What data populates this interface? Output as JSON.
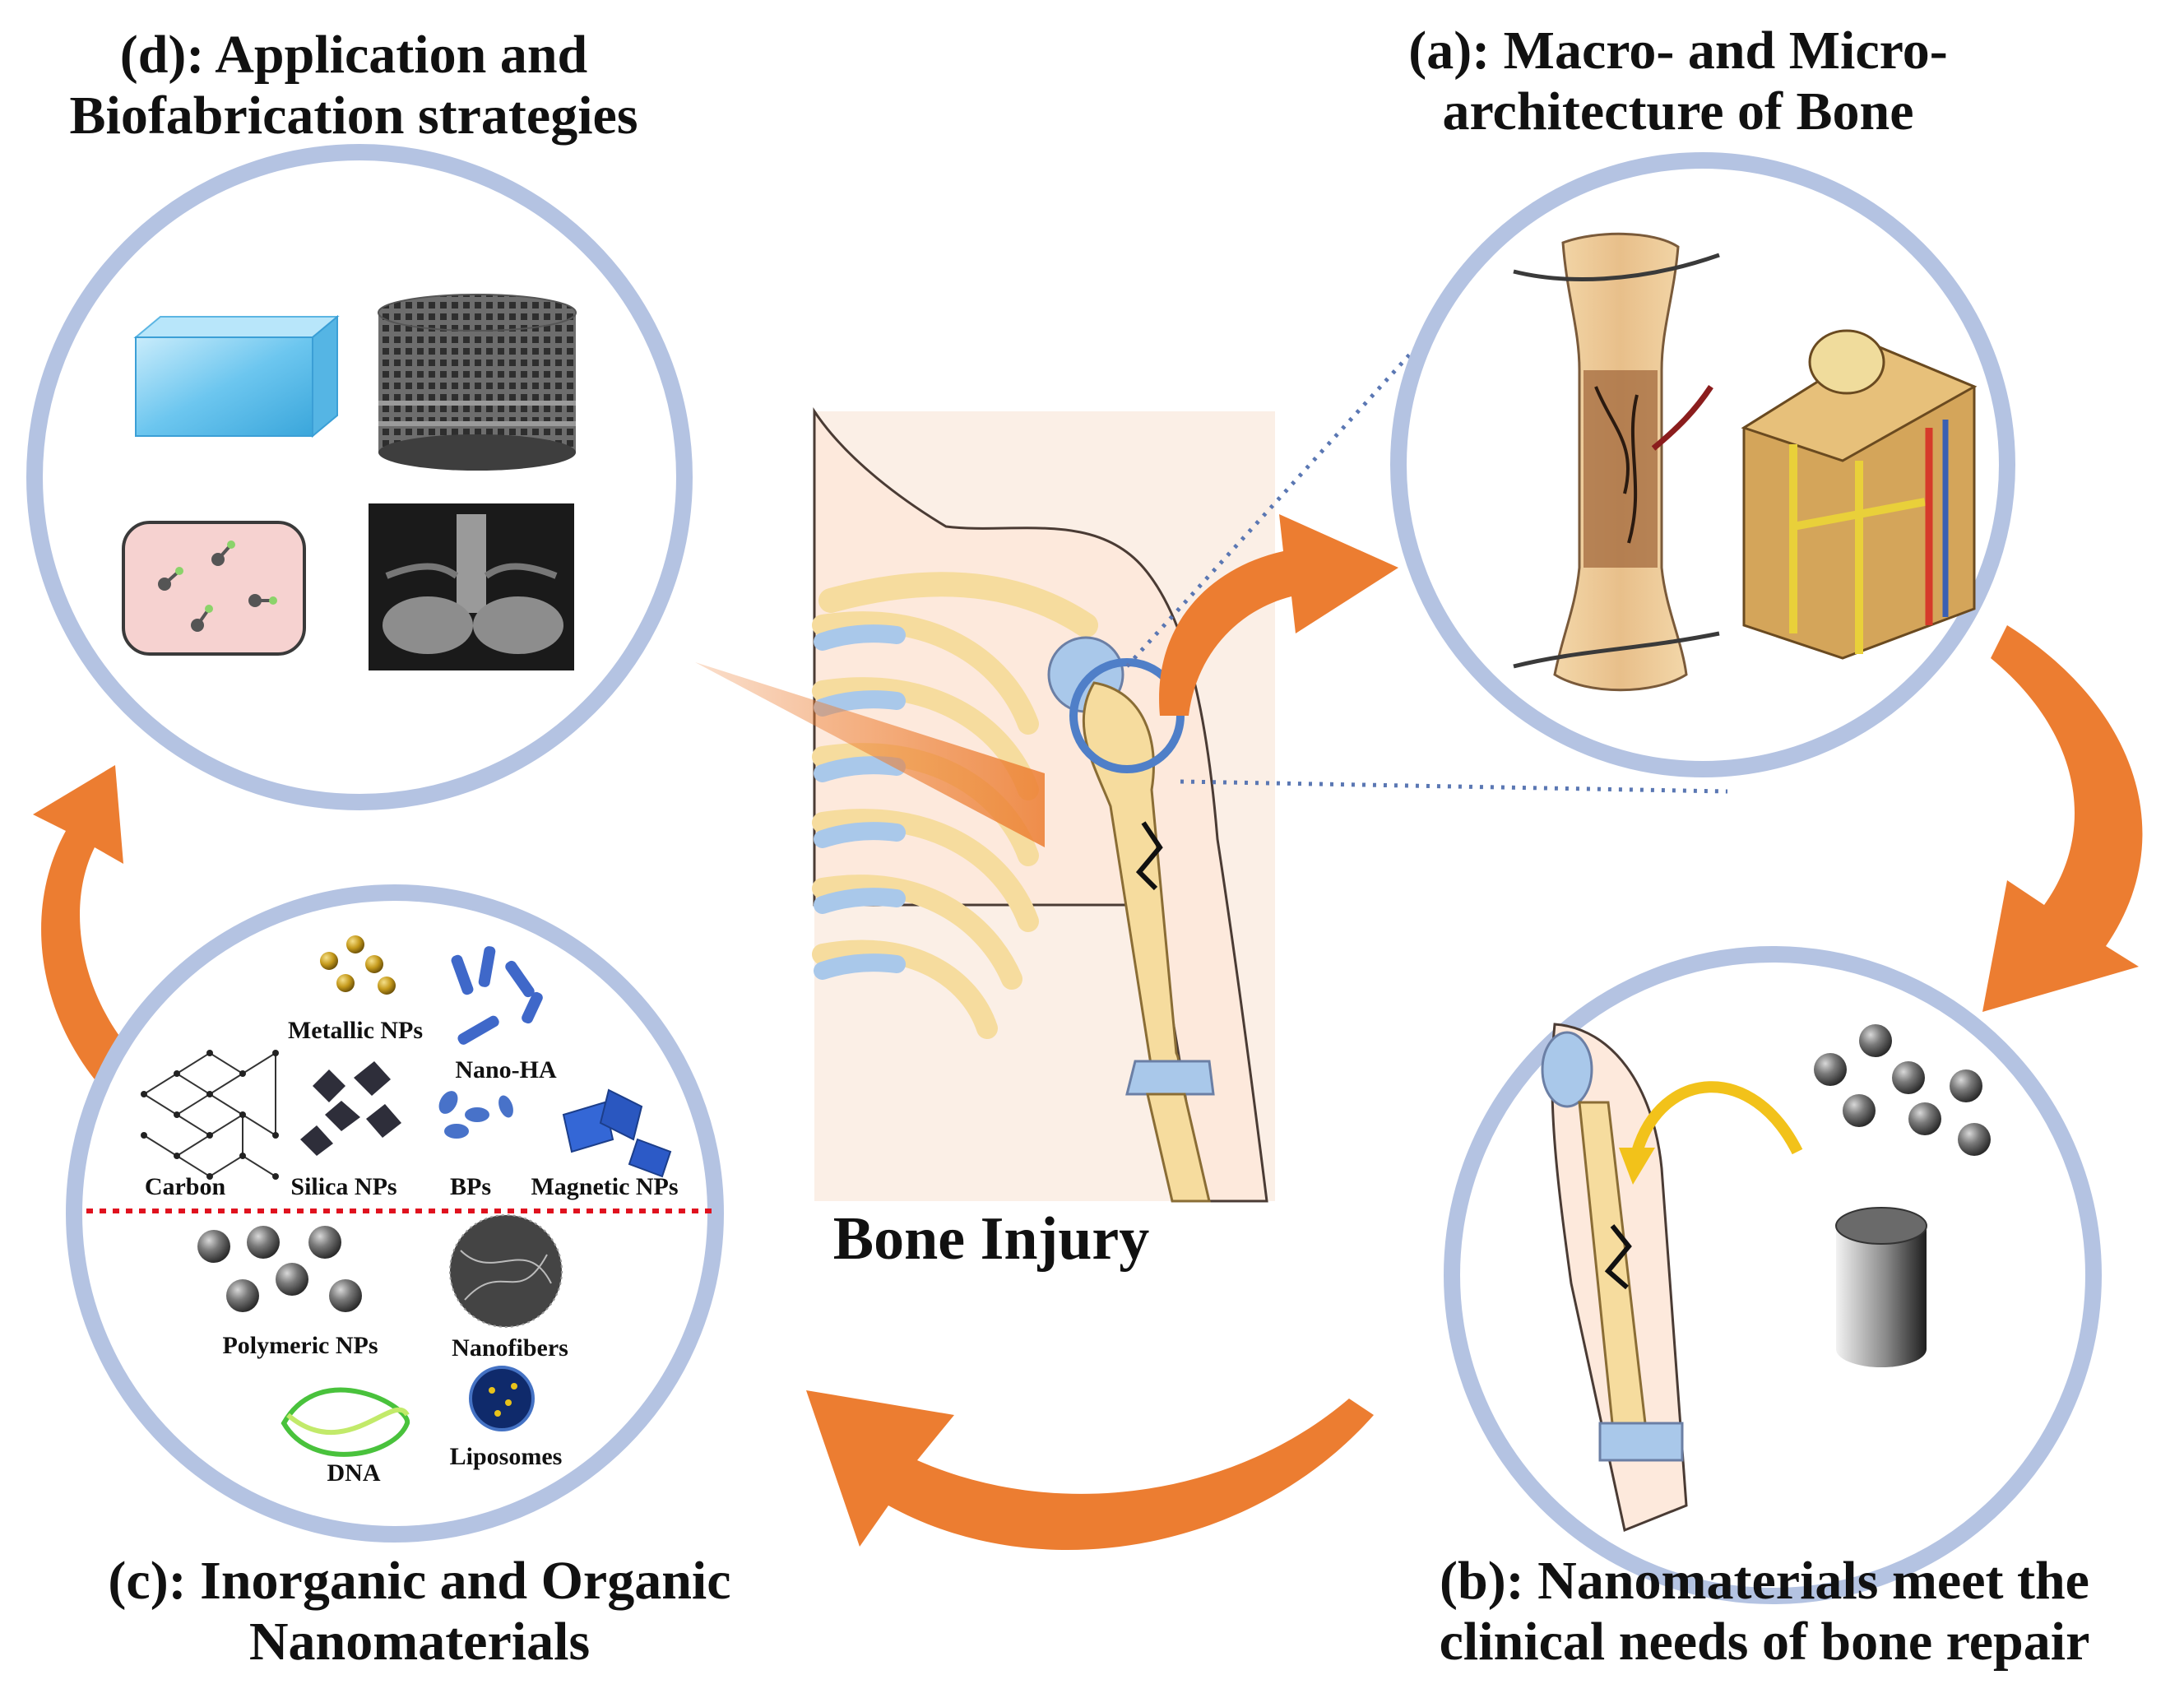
{
  "titles": {
    "d": [
      "(d): Application and",
      "Biofabrication  strategies"
    ],
    "a": [
      "(a): Macro- and Micro-",
      "architecture of Bone"
    ],
    "c": [
      "(c): Inorganic and Organic",
      "Nanomaterials"
    ],
    "b": [
      "(b): Nanomaterials meet the",
      "clinical needs of bone repair"
    ],
    "center": "Bone Injury"
  },
  "nanomaterials": {
    "inorganic": {
      "metallic": "Metallic NPs",
      "nano_ha": "Nano-HA",
      "carbon": "Carbon",
      "silica": "Silica NPs",
      "bps": "BPs",
      "magnetic": "Magnetic NPs"
    },
    "organic": {
      "polymeric": "Polymeric NPs",
      "nanofibers": "Nanofibers",
      "dna": "DNA",
      "liposomes": "Liposomes"
    }
  },
  "colors": {
    "ring": "#b4c3e2",
    "arrow": "#ec7d31",
    "bone": "#f6dc9e",
    "cartilage": "#a9c8ea",
    "divider": "#e0121f"
  }
}
